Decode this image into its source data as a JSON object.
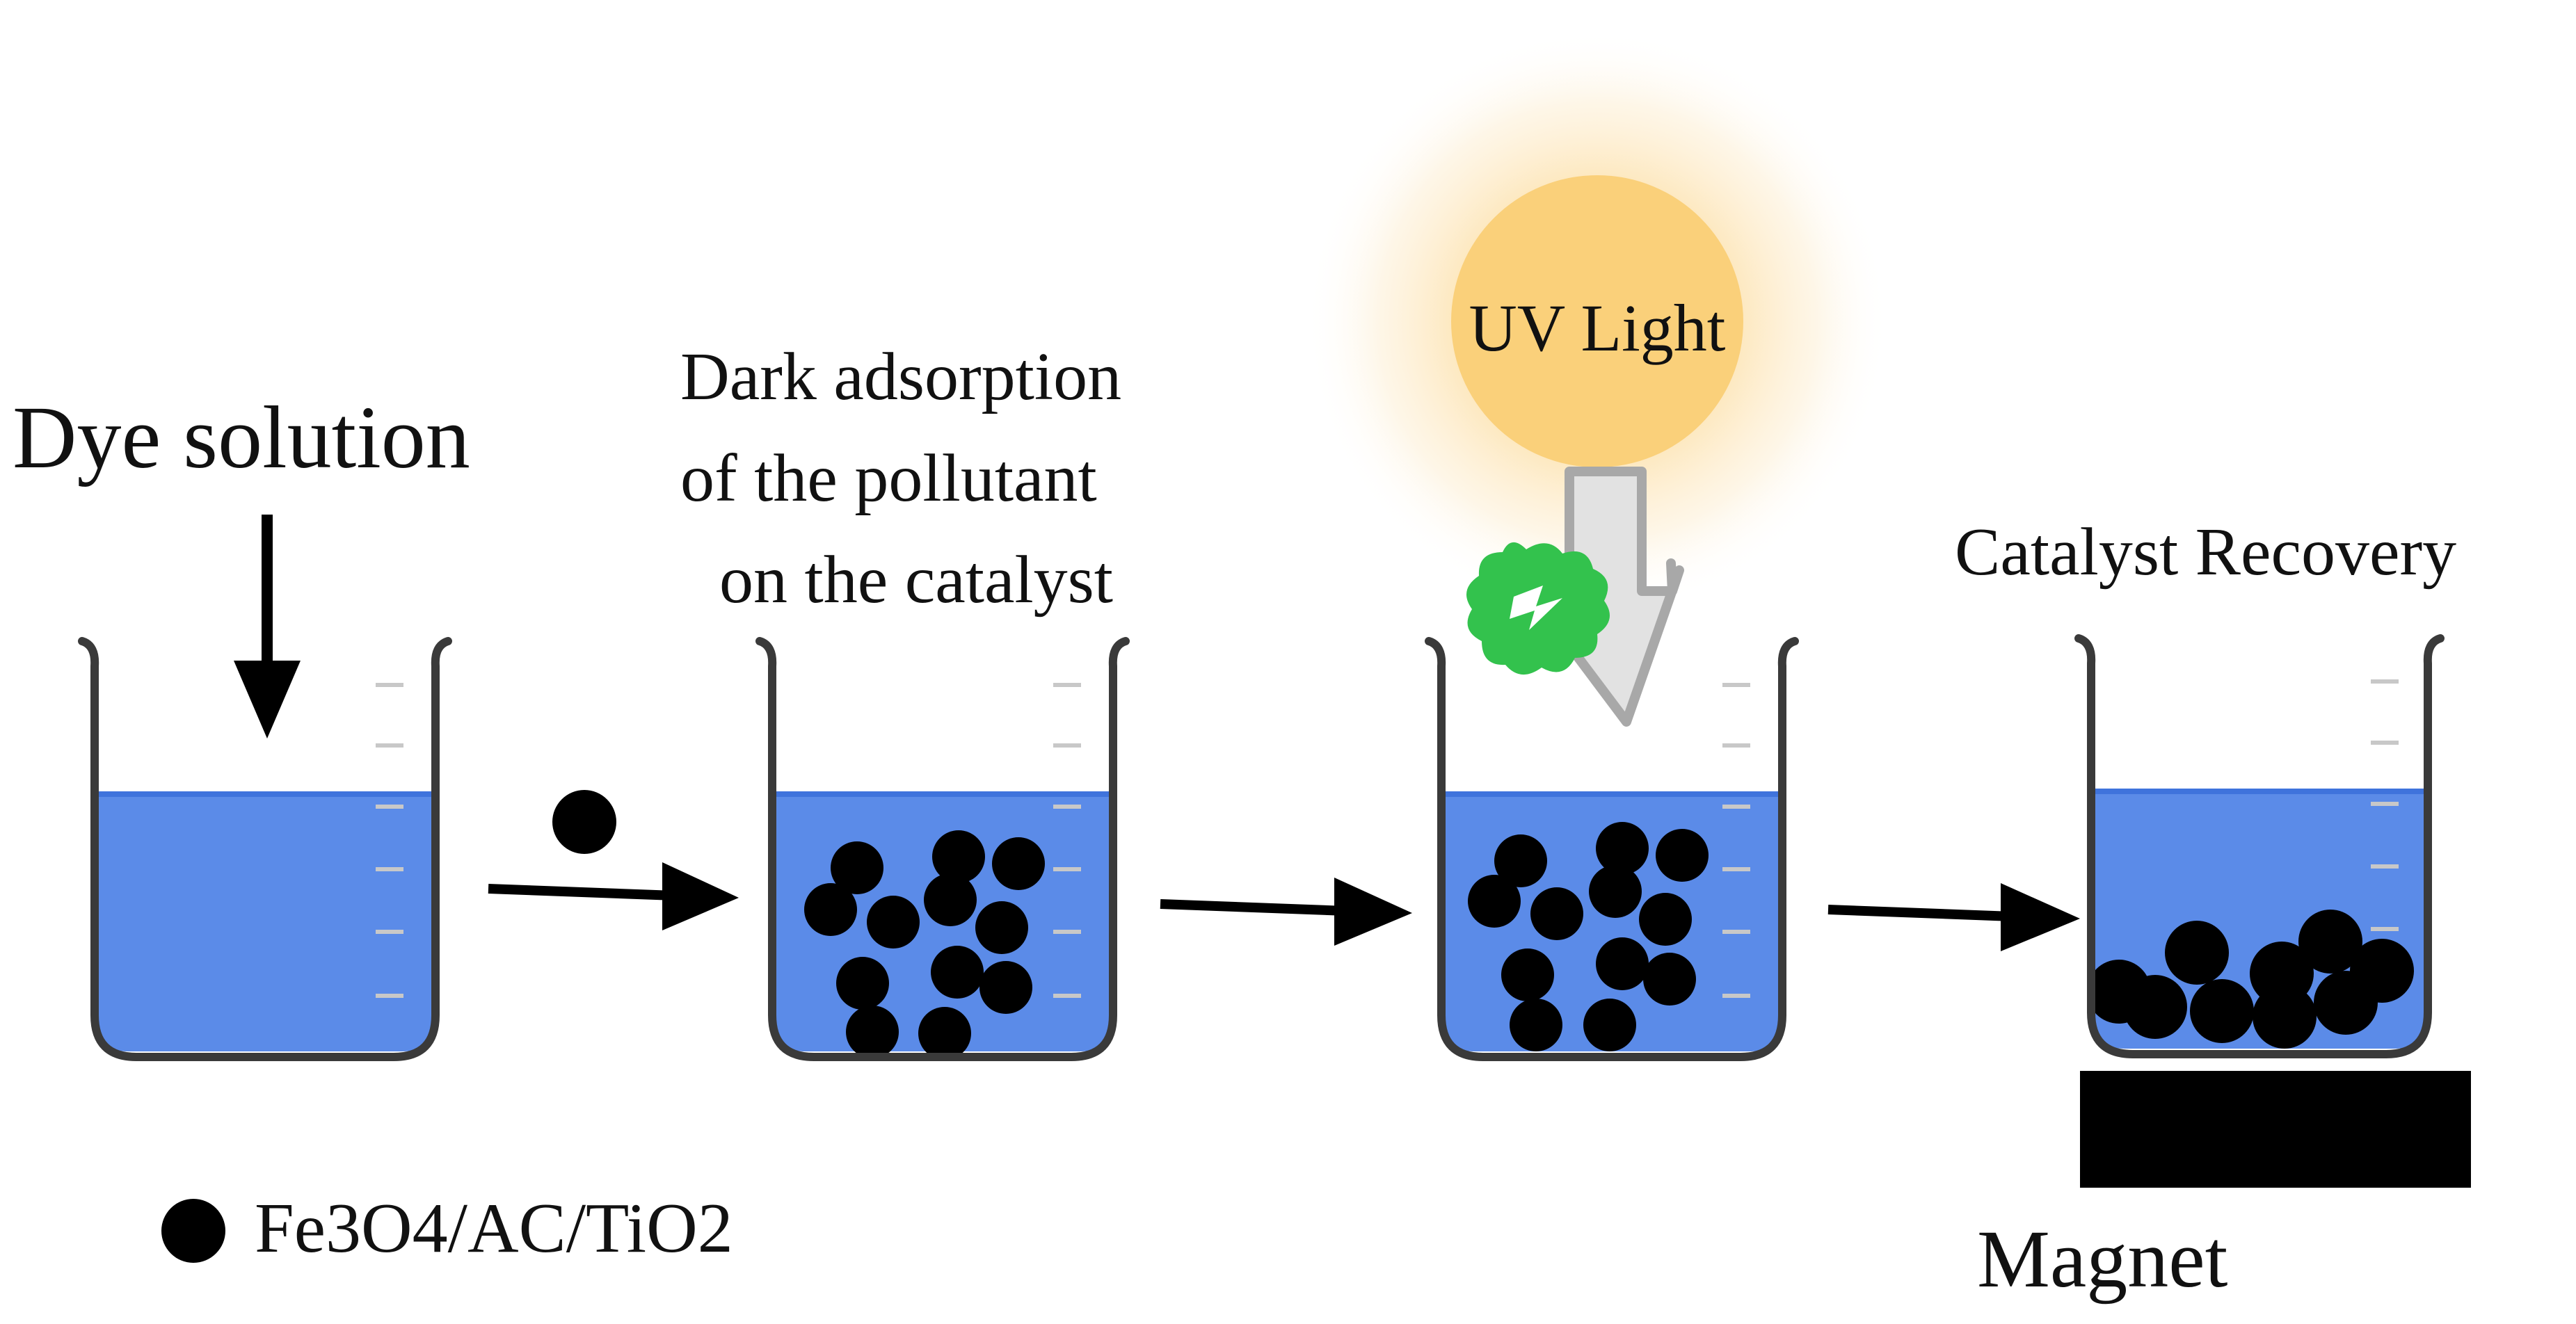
{
  "labels": {
    "dye_solution": "Dye solution",
    "dark_adsorption": [
      "Dark adsorption",
      "of the pollutant",
      "on the catalyst"
    ],
    "uv_light": "UV Light",
    "catalyst_recovery": "Catalyst Recovery",
    "magnet": "Magnet",
    "legend_catalyst": "Fe3O4/AC/TiO2"
  },
  "colors": {
    "liquid": "#5B8BE8",
    "liquid_surface": "#3F73DC",
    "beaker_outline": "#3A3A3A",
    "graduation": "#C8C8C8",
    "particle": "#000000",
    "sun_core": "#FAD07A",
    "sun_glow": "#FBD58C",
    "uv_arrow_fill": "#E2E2E2",
    "uv_arrow_stroke": "#A8A8A8",
    "badge": "#33C24D",
    "magnet": "#000000"
  },
  "icons": {
    "energy_badge": "lightning-bolt-badge-icon",
    "light_source": "sun-icon",
    "uv_arrow": "down-arrow-icon"
  }
}
